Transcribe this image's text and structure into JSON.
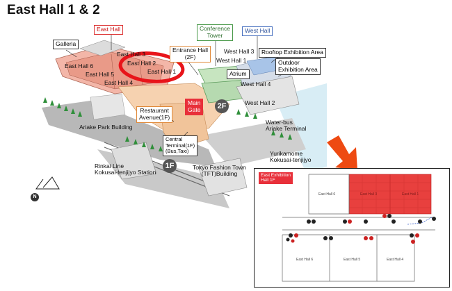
{
  "title": "East Hall 1 & 2",
  "venue": {
    "top_labels": {
      "east_hall": "East Hall",
      "conference_tower": "Conference\nTower",
      "west_hall": "West Hall",
      "galleria": "Galleria",
      "entrance_hall": "Entrance Hall\n(2F)",
      "rooftop_exhibition_area": "Rooftop Exhibition Area",
      "outdoor_exhibition_area": "Outdoor\nExhibition Area",
      "atrium": "Atrium",
      "restaurant_avenue": "Restaurant\nAvenue(1F)",
      "main_gate": "Main\nGate",
      "central_terminal": "Central\nTerminal(1F)\n(Bus,Taxi)"
    },
    "halls": {
      "east_hall_3": "East Hall 3",
      "east_hall_2": "East Hall 2",
      "east_hall_1": "East Hall 1",
      "east_hall_6": "East Hall 6",
      "east_hall_5": "East Hall 5",
      "east_hall_4": "East Hall 4",
      "west_hall_3": "West Hall 3",
      "west_hall_1": "West Hall 1",
      "west_hall_4": "West Hall 4",
      "west_hall_2": "West Hall 2"
    },
    "surroundings": {
      "ariake_park": "Ariake Park Building",
      "waterbus": "Water-bus\nAriake Terminal",
      "yurikamome": "Yurikamome\nKokusai-tenjijyo",
      "rinkai": "Rinkai Line\nKokusai-tenjijyo Station",
      "tft": "Tokyo Fashion Town\n(TFT)Building"
    },
    "floor_badges": {
      "second": "2F",
      "first": "1F"
    },
    "compass": "N"
  },
  "inset": {
    "title": "East Exhibition\nHall 1F",
    "halls": {
      "hall_6": "East Hall 6",
      "hall_3": "East Hall 3",
      "hall_1": "East Hall 1",
      "hall_4": "East Hall 6",
      "hall_5": "East Hall 5",
      "hall_4b": "East Hall 4"
    }
  },
  "colors": {
    "east_hall": "#f0a090",
    "highlight_ring": "#e8141a",
    "inset_highlight": "#e8403e",
    "arrow": "#ee4a12",
    "water": "#d8edf5",
    "green": "#2f8f3a"
  }
}
